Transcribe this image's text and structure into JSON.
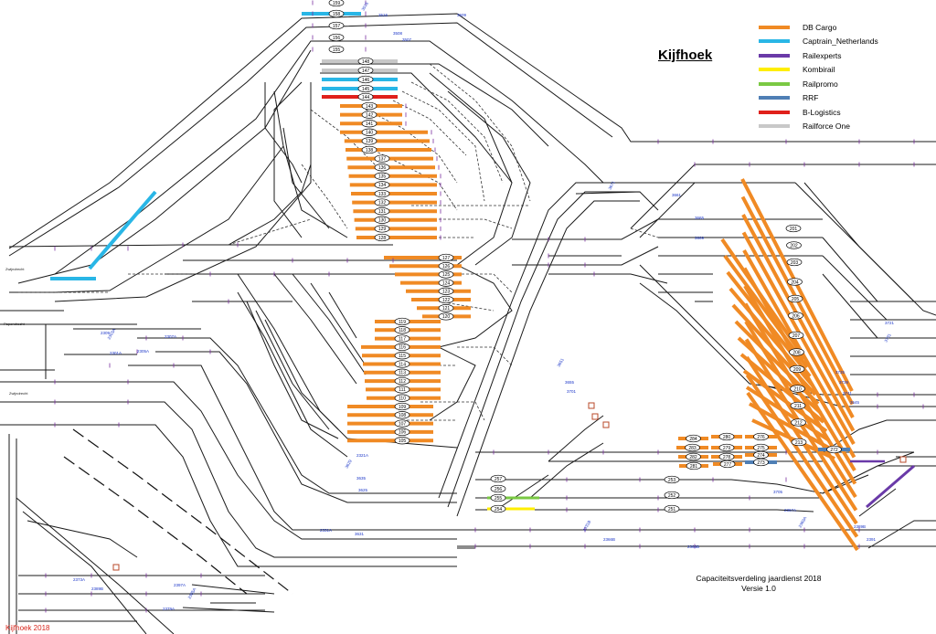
{
  "title": "Kijfhoek",
  "legend": [
    {
      "label": "DB Cargo",
      "color": "#f08a24"
    },
    {
      "label": "Captrain_Netherlands",
      "color": "#29b6e6"
    },
    {
      "label": "Railexperts",
      "color": "#6a3aa8"
    },
    {
      "label": "Kombirail",
      "color": "#ffee00"
    },
    {
      "label": "Railpromo",
      "color": "#7ac943"
    },
    {
      "label": "RRF",
      "color": "#4f7fb5"
    },
    {
      "label": "B-Logistics",
      "color": "#e0201b"
    },
    {
      "label": "Railforce One",
      "color": "#c8c8c8"
    }
  ],
  "footer": {
    "line1": "Capaciteitsverdeling jaardienst 2018",
    "line2": "Versie 1.0"
  },
  "corner_label": "Kijfhoek 2018",
  "left_labels": [
    "Zwijndrecht",
    "Papendrecht",
    "Zwijndrecht"
  ],
  "fan_tracks_top": [
    "159",
    "158",
    "157",
    "156",
    "155",
    "148",
    "147",
    "146",
    "145",
    "144",
    "143",
    "142",
    "141",
    "140",
    "139",
    "138",
    "137",
    "136",
    "135",
    "134",
    "133",
    "132",
    "131",
    "130",
    "129",
    "128"
  ],
  "fan_tracks_mid": [
    "127",
    "126",
    "125",
    "124",
    "123",
    "122",
    "121",
    "120"
  ],
  "fan_tracks_low": [
    "119",
    "118",
    "117",
    "116",
    "115",
    "114",
    "113",
    "112",
    "111",
    "110",
    "109",
    "108",
    "107",
    "106",
    "105"
  ],
  "east_tracks": [
    "201",
    "202",
    "203",
    "204",
    "205",
    "206",
    "207",
    "208",
    "209",
    "210",
    "211",
    "212",
    "213"
  ],
  "south_tracks": [
    "284",
    "283",
    "282",
    "281",
    "280",
    "279",
    "278",
    "277",
    "276",
    "275",
    "274",
    "273",
    "272"
  ],
  "lower_tracks": [
    "257",
    "256",
    "255",
    "254",
    "253",
    "252",
    "251"
  ],
  "signals_blue": [
    "3515",
    "3516",
    "3509",
    "3508",
    "3507",
    "3671",
    "3661",
    "3665",
    "3669",
    "3721",
    "3731",
    "3735",
    "3739",
    "3741",
    "3645",
    "3651",
    "3655",
    "3701",
    "3705",
    "2367A",
    "2369A",
    "2389B",
    "2391",
    "2365B",
    "2366B",
    "2331B",
    "2331A",
    "3631",
    "3635",
    "3625",
    "3629",
    "2321A",
    "2309",
    "2307A",
    "2305A",
    "2303A",
    "2301A",
    "2373A",
    "2389B",
    "2397A",
    "2385A",
    "2379A"
  ]
}
